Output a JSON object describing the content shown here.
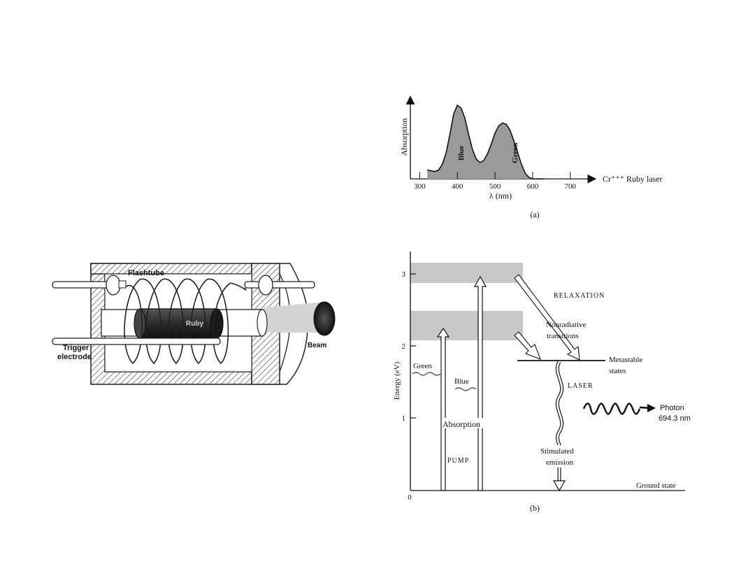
{
  "ruby_apparatus": {
    "flashtube_label": "Flashtube",
    "ruby_label": "Ruby",
    "beam_label": "Beam",
    "trigger_label_line1": "Trigger",
    "trigger_label_line2": "electrode"
  },
  "absorption_panel": {
    "panel_label": "(a)",
    "ylabel": "Absorption",
    "xlabel": "λ (nm)",
    "x_ticks": [
      "300",
      "400",
      "500",
      "600",
      "700"
    ],
    "peak_labels": [
      "Blue",
      "Green"
    ],
    "axis_annotation": "Cr⁺⁺⁺ Ruby laser"
  },
  "chart_data": {
    "type": "area",
    "title": "",
    "xlabel": "λ (nm)",
    "ylabel": "Absorption",
    "xlim": [
      275,
      745
    ],
    "ylim": [
      0,
      1.1
    ],
    "x": [
      320,
      330,
      340,
      350,
      360,
      370,
      380,
      390,
      400,
      410,
      420,
      430,
      440,
      450,
      460,
      470,
      480,
      490,
      500,
      510,
      520,
      530,
      540,
      550,
      560,
      570,
      580,
      590,
      600,
      610,
      620,
      630
    ],
    "series": [
      {
        "values": [
          0.12,
          0.11,
          0.1,
          0.12,
          0.2,
          0.35,
          0.6,
          0.88,
          1.0,
          0.96,
          0.82,
          0.6,
          0.4,
          0.27,
          0.22,
          0.25,
          0.34,
          0.47,
          0.62,
          0.72,
          0.76,
          0.74,
          0.66,
          0.52,
          0.36,
          0.2,
          0.08,
          0.02,
          0.0,
          0.0,
          0.0,
          0.0
        ]
      }
    ],
    "annotations": [
      "Blue",
      "Green"
    ]
  },
  "energy_panel": {
    "panel_label": "(b)",
    "ylabel": "Energy (eV)",
    "y_ticks": [
      "0",
      "1",
      "2",
      "3"
    ],
    "green_label": "Green",
    "blue_label": "Blue",
    "absorption_label": "Absorption",
    "pump_label": "PUMP",
    "relaxation_label": "RELAXATION",
    "nonradiative_line1": "Nonradiative",
    "nonradiative_line2": "transitions",
    "metastable_line1": "Metastable",
    "metastable_line2": "states",
    "laser_label": "LASER",
    "photon_line1": "Photon",
    "photon_line2": "694.3 nm",
    "stimulated_line1": "Stimulated",
    "stimulated_line2": "emission",
    "ground_label": "Ground state"
  },
  "colors": {
    "ink": "#111111",
    "band_gray": "#c8c8c8",
    "fill_gray": "#9a9a9a",
    "beam_gray": "#d0d0d0",
    "ruby_dark": "#3a3a3a"
  }
}
